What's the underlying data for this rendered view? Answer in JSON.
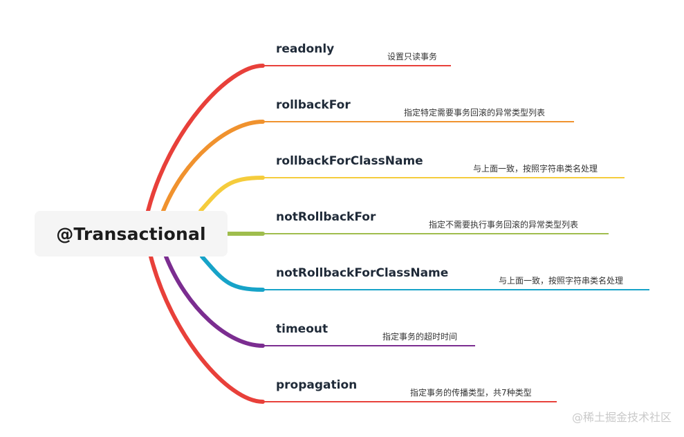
{
  "root": {
    "label": "@Transactional"
  },
  "branches": [
    {
      "label": "readonly",
      "note": "设置只读事务",
      "color": "#e8403a"
    },
    {
      "label": "rollbackFor",
      "note": "指定特定需要事务回滚的异常类型列表",
      "color": "#f0922e"
    },
    {
      "label": "rollbackForClassName",
      "note": "与上面一致，按照字符串类名处理",
      "color": "#f5cc3c"
    },
    {
      "label": "notRollbackFor",
      "note": "指定不需要执行事务回滚的异常类型列表",
      "color": "#9fbd4d"
    },
    {
      "label": "notRollbackForClassName",
      "note": "与上面一致，按照字符串类名处理",
      "color": "#17a3c8"
    },
    {
      "label": "timeout",
      "note": "指定事务的超时时间",
      "color": "#7b2d90"
    },
    {
      "label": "propagation",
      "note": "指定事务的传播类型，共7种类型",
      "color": "#e8403a"
    }
  ],
  "watermark": "@稀土掘金技术社区"
}
